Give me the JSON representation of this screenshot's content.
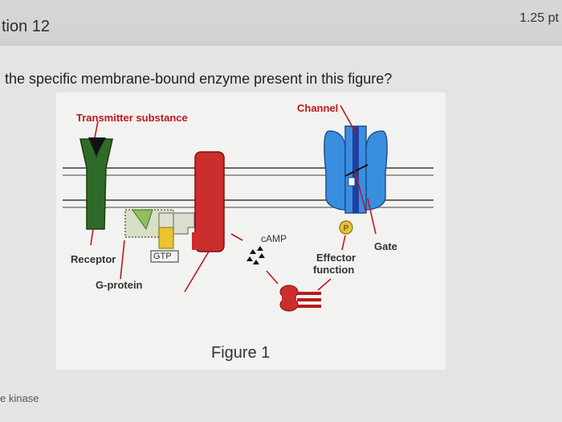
{
  "question": {
    "title": "tion 12",
    "points": "1.25 pt",
    "prompt": "the specific membrane-bound enzyme present in this figure?"
  },
  "figure": {
    "caption": "Figure 1",
    "labels": {
      "transmitter": "Transmitter substance",
      "channel": "Channel",
      "receptor": "Receptor",
      "gtp": "GTP",
      "g_protein": "G-protein",
      "camp": "cAMP",
      "gate": "Gate",
      "effector_line1": "Effector",
      "effector_line2": "function",
      "p": "P"
    },
    "colors": {
      "receptor": "#2e6b2a",
      "enzyme": "#cc2d2d",
      "channel": "#3a8ee0",
      "channel_inner": "#1f3fa0",
      "label_red": "#c0161f",
      "gtp": "#e8c431"
    }
  },
  "answer": {
    "option_text": "e kinase"
  }
}
